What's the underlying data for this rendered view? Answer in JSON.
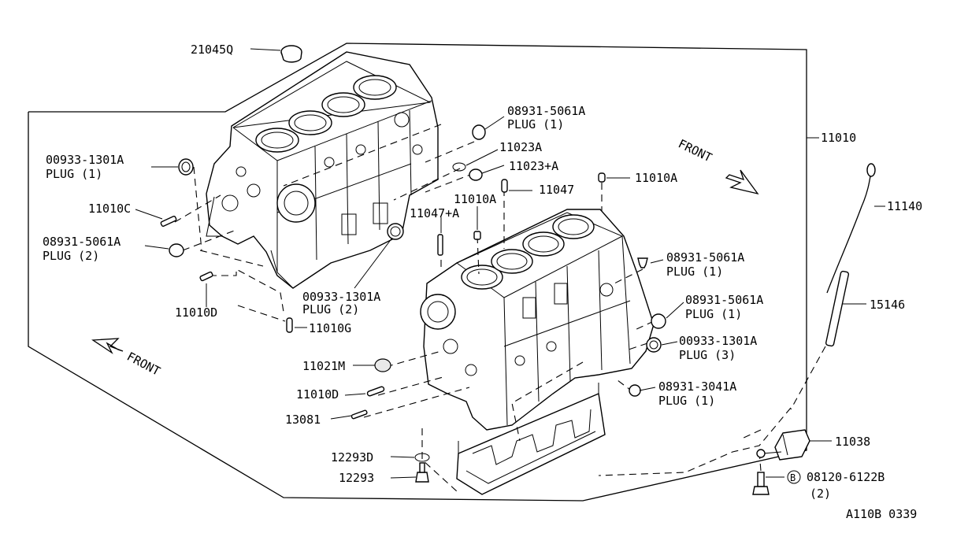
{
  "diagram": {
    "drawing_code": "A110B 0339",
    "front_labels": [
      "FRONT",
      "FRONT"
    ],
    "callouts": [
      {
        "part": "21045Q",
        "qty": ""
      },
      {
        "part": "08931-5061A",
        "qty": "PLUG (1)"
      },
      {
        "part": "11023A",
        "qty": ""
      },
      {
        "part": "11023+A",
        "qty": ""
      },
      {
        "part": "11010A",
        "qty": ""
      },
      {
        "part": "11010A",
        "qty": ""
      },
      {
        "part": "11047",
        "qty": ""
      },
      {
        "part": "11047+A",
        "qty": ""
      },
      {
        "part": "00933-1301A",
        "qty": "PLUG (1)"
      },
      {
        "part": "11010C",
        "qty": ""
      },
      {
        "part": "08931-5061A",
        "qty": "PLUG (2)"
      },
      {
        "part": "00933-1301A",
        "qty": "PLUG (2)"
      },
      {
        "part": "11010D",
        "qty": ""
      },
      {
        "part": "11010G",
        "qty": ""
      },
      {
        "part": "08931-5061A",
        "qty": "PLUG (1)"
      },
      {
        "part": "08931-5061A",
        "qty": "PLUG (1)"
      },
      {
        "part": "00933-1301A",
        "qty": "PLUG (3)"
      },
      {
        "part": "08931-3041A",
        "qty": "PLUG (1)"
      },
      {
        "part": "11021M",
        "qty": ""
      },
      {
        "part": "11010D",
        "qty": ""
      },
      {
        "part": "13081",
        "qty": ""
      },
      {
        "part": "12293D",
        "qty": ""
      },
      {
        "part": "12293",
        "qty": ""
      },
      {
        "part": "11010",
        "qty": ""
      },
      {
        "part": "11140",
        "qty": ""
      },
      {
        "part": "15146",
        "qty": ""
      },
      {
        "part": "11038",
        "qty": ""
      },
      {
        "part": "08120-6122B",
        "qty": "(2)",
        "marker": "B"
      }
    ]
  }
}
